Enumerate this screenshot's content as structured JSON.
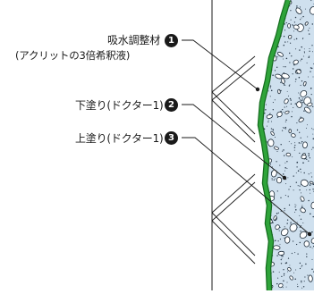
{
  "labels": [
    {
      "text": "吸水調整材",
      "number": "1"
    },
    {
      "text": "下塗り(ドクター1)",
      "number": "2"
    },
    {
      "text": "上塗り(ドクター1)",
      "number": "3"
    }
  ],
  "sublabel": "(アクリットの3倍希釈液)",
  "colors": {
    "substrate": "#cfe0ee",
    "coating": "#2fa43a",
    "coating_edge": "#156d1f",
    "line": "#1a1a1a",
    "wall": "#ffffff"
  }
}
